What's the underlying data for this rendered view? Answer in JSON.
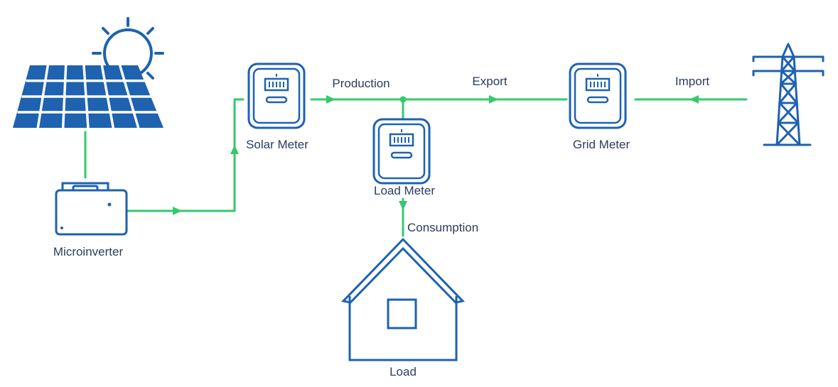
{
  "colors": {
    "icon": "#1e62b0",
    "flow": "#34c96b",
    "text": "#2a3c5e",
    "background": "#ffffff"
  },
  "icons": {
    "solar": "solar-panel-icon",
    "sun": "sun-icon",
    "microinverter": "microinverter-icon",
    "meter": "electric-meter-icon",
    "grid": "transmission-tower-icon",
    "load": "house-icon"
  },
  "nodes": {
    "microinverter": "Microinverter",
    "solar_meter": "Solar Meter",
    "load_meter": "Load Meter",
    "grid_meter": "Grid Meter",
    "load": "Load"
  },
  "flows": {
    "production": "Production",
    "export": "Export",
    "import": "Import",
    "consumption": "Consumption"
  }
}
